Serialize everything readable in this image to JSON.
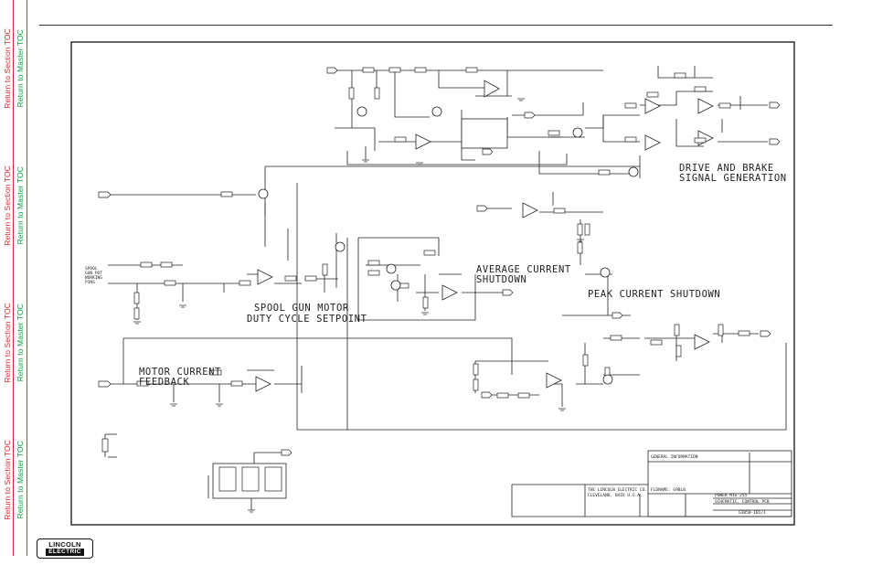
{
  "nav": {
    "section_toc": "Return to Section TOC",
    "master_toc": "Return to Master TOC"
  },
  "logo": {
    "line1": "LINCOLN",
    "line2": "ELECTRIC"
  },
  "diagram": {
    "blocks": {
      "drive_brake_1": "DRIVE AND BRAKE",
      "drive_brake_2": "SIGNAL GENERATION",
      "average_1": "AVERAGE    CURRENT",
      "average_2": "SHUTDOWN",
      "peak": "PEAK CURRENT SHUTDOWN",
      "spool_1": "SPOOL GUN MOTOR",
      "spool_2": "DUTY CYCLE SETPOINT",
      "motor_fb_1": "MOTOR CURRENT",
      "motor_fb_2": "FEEDBACK"
    },
    "input_labels": {
      "spool_gun_1": "SPOOL",
      "spool_gun_2": "GUN POT",
      "spool_gun_3": "WORKING",
      "spool_gun_4": "PINS"
    },
    "title_block": {
      "general_info": "GENERAL INFORMATION",
      "company_1": "THE LINCOLN ELECTRIC CO.",
      "company_2": "CLEVELAND, OHIO U.S.A.",
      "drawn_for": "FLDNAME: G9BLB",
      "subject_1": "POWER MIG 255",
      "subject_2": "SCHEMATIC, CONTROL PCB",
      "drawing_no": "G3050-1B1/1"
    }
  }
}
